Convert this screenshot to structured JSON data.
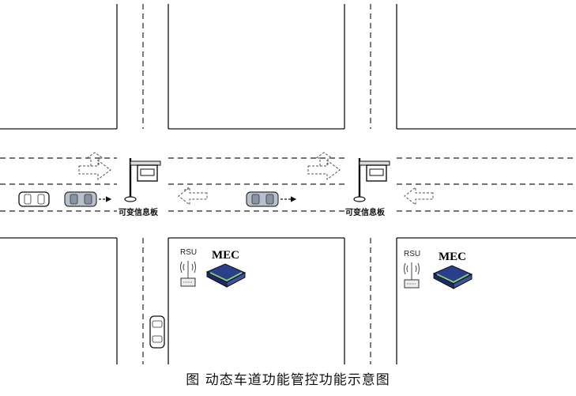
{
  "caption": "图  动态车道功能管控功能示意图",
  "sign_label": "可变信息板",
  "rsu_label": "RSU",
  "mec_label": "MEC",
  "intersections": [
    {
      "name": "left",
      "sign_label": "可变信息板",
      "rsu": "RSU",
      "mec": "MEC"
    },
    {
      "name": "right",
      "sign_label": "可变信息板",
      "rsu": "RSU",
      "mec": "MEC"
    }
  ],
  "colors": {
    "road_line": "#111111",
    "dashed_line": "#222222",
    "arrow_outline": "#555555",
    "car_white": "#ffffff",
    "car_gray": "#b9c0cc",
    "mec_body": "#2b3e8a",
    "mec_accent": "#7fc97f"
  }
}
